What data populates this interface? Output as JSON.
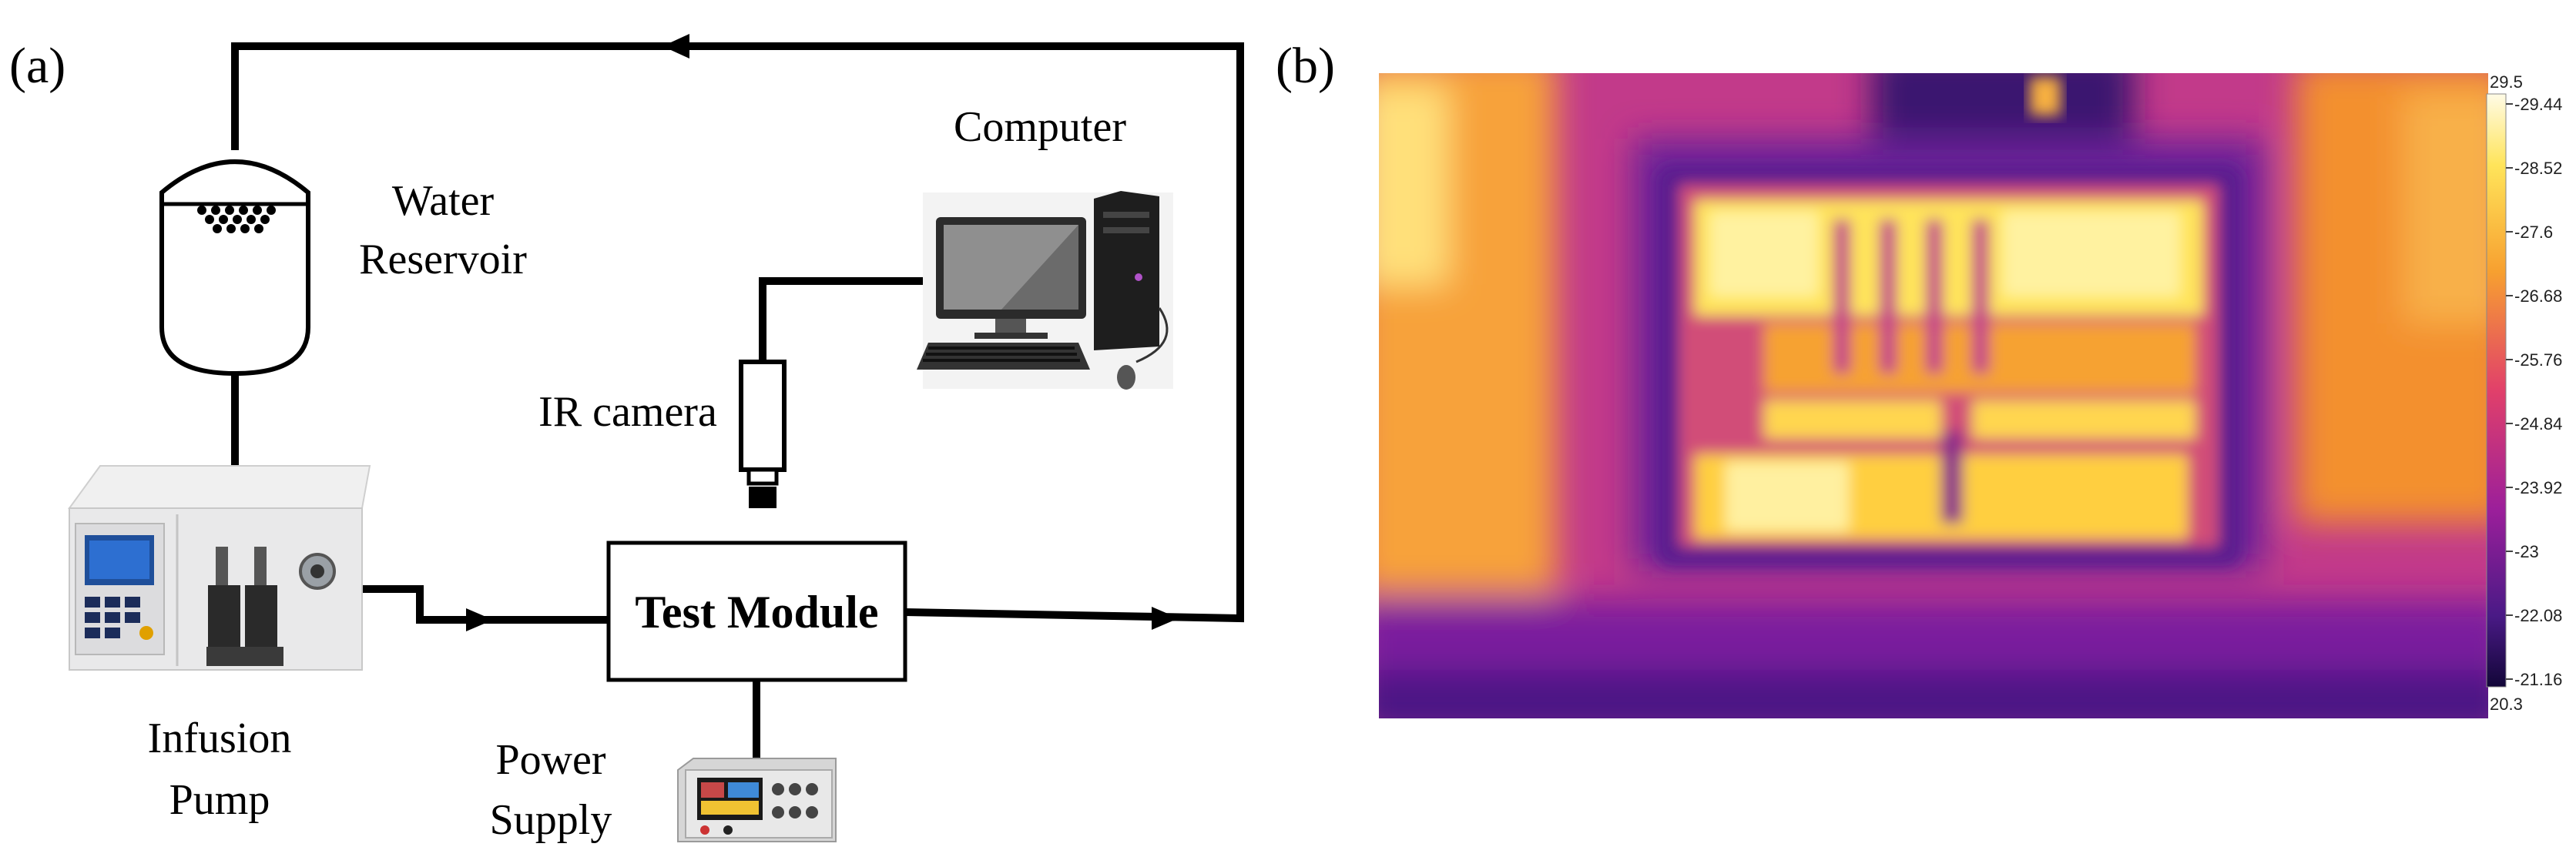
{
  "panels": {
    "a": "(a)",
    "b": "(b)"
  },
  "labels": {
    "water_reservoir": [
      "Water",
      "Reservoir"
    ],
    "computer": "Computer",
    "ir_camera": "IR camera",
    "infusion_pump": [
      "Infusion",
      "Pump"
    ],
    "test_module": "Test Module",
    "power_supply": [
      "Power",
      "Supply"
    ]
  },
  "thermal_scale": {
    "max": "29.5",
    "min": "20.3",
    "ticks": [
      "29.44",
      "28.52",
      "27.6",
      "26.68",
      "25.76",
      "24.84",
      "23.92",
      "23",
      "22.08",
      "21.16"
    ]
  },
  "colors": {
    "line": "#000000",
    "thermal_hot": "#fff2a0",
    "thermal_warm": "#f39a2a",
    "thermal_mid": "#c2187c",
    "thermal_cool": "#5b1e8f",
    "thermal_cold": "#2a0f5a"
  }
}
